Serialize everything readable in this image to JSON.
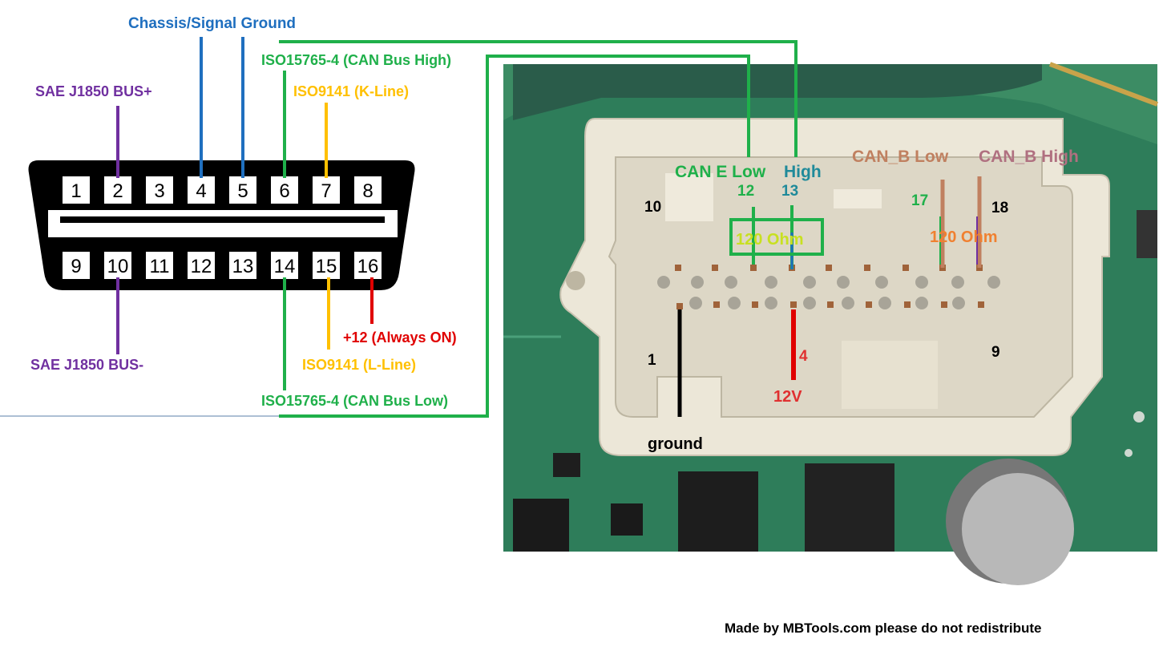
{
  "obd": {
    "top_pins": [
      "1",
      "2",
      "3",
      "4",
      "5",
      "6",
      "7",
      "8"
    ],
    "bottom_pins": [
      "9",
      "10",
      "11",
      "12",
      "13",
      "14",
      "15",
      "16"
    ],
    "labels": {
      "chassis_signal_ground": "Chassis/Signal Ground",
      "can_high": "ISO15765-4 (CAN Bus High)",
      "sae_plus": "SAE J1850 BUS+",
      "k_line": "ISO9141 (K-Line)",
      "always_on": "+12 (Always ON)",
      "sae_minus": "SAE J1850 BUS-",
      "l_line": "ISO9141 (L-Line)",
      "can_low": "ISO15765-4 (CAN Bus Low)"
    }
  },
  "board": {
    "can_e_low": "CAN E Low",
    "high": "High",
    "can_b_low": "CAN_B Low",
    "can_b_high": "CAN_B High",
    "pin_10": "10",
    "pin_12": "12",
    "pin_13": "13",
    "pin_17": "17",
    "pin_18": "18",
    "resistor_left": "120 Ohm",
    "resistor_right": "120 Ohm",
    "pin_1": "1",
    "pin_4": "4",
    "pin_9": "9",
    "v12": "12V",
    "ground": "ground"
  },
  "footer": {
    "credit": "Made by MBTools.com please do not redistribute"
  },
  "colors": {
    "ground_blue": "#1f6fbf",
    "can_green": "#1fb04a",
    "sae_purple": "#7030a0",
    "kline_orange": "#ffc000",
    "power_red": "#e00000",
    "canb_brown": "#c08060",
    "resistor_orange": "#f08030",
    "pcb_green": "#2e7d5a",
    "connector_cream": "#ece7d8"
  }
}
